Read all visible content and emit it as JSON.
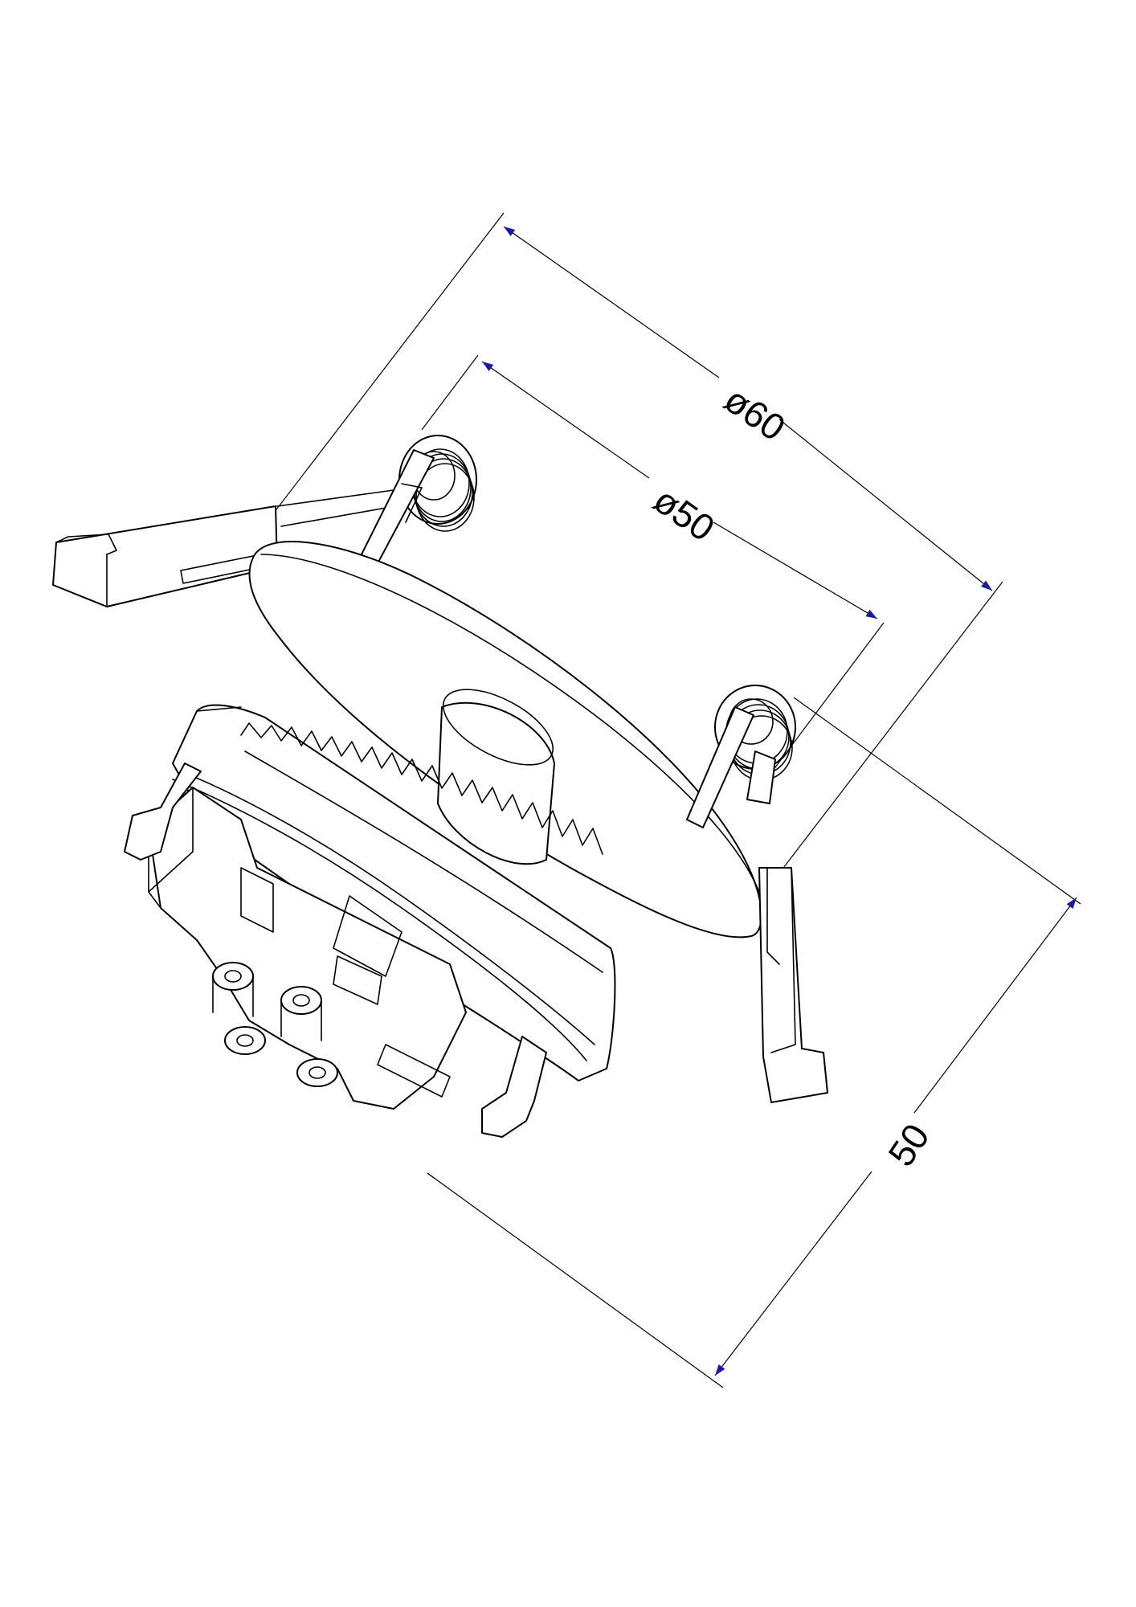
{
  "dimensions": {
    "outer_diameter": "ø60",
    "cutout_diameter": "ø50",
    "height": "50"
  },
  "colors": {
    "line": "#000000",
    "arrow": "#1a1aa6",
    "background": "#ffffff"
  }
}
